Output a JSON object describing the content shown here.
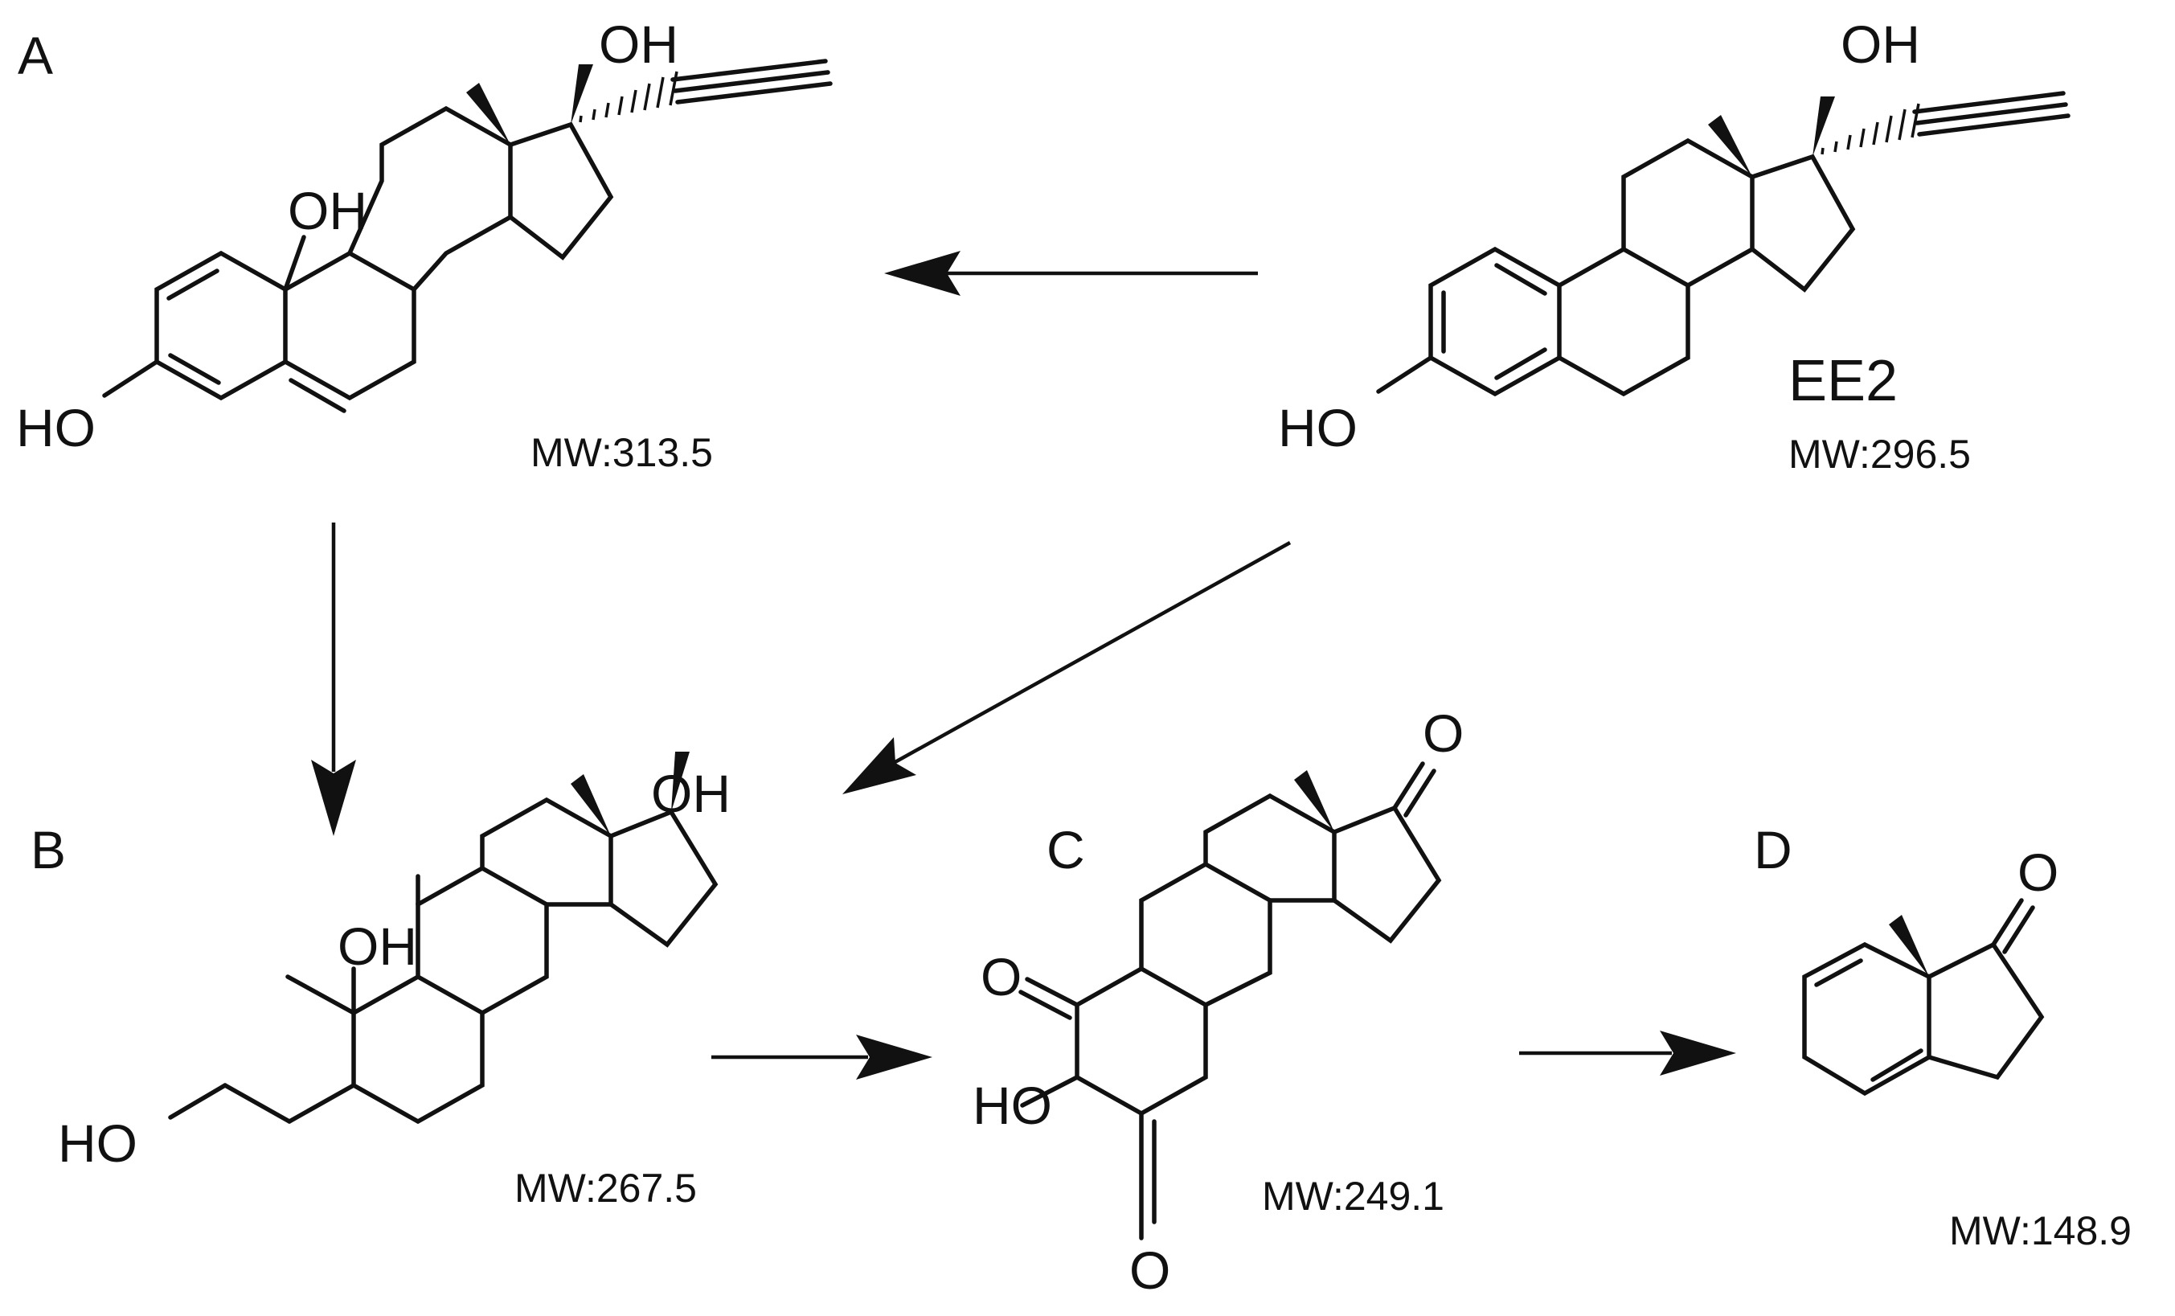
{
  "labels": {
    "panel_a": "A",
    "panel_b": "B",
    "panel_c": "C",
    "panel_d": "D",
    "ee2_name": "EE2"
  },
  "molecular_weights": {
    "a": "MW:313.5",
    "ee2": "MW:296.5",
    "b": "MW:267.5",
    "c": "MW:249.1",
    "d": "MW:148.9"
  },
  "atoms": {
    "oh": "OH",
    "ho": "HO",
    "o": "O"
  }
}
